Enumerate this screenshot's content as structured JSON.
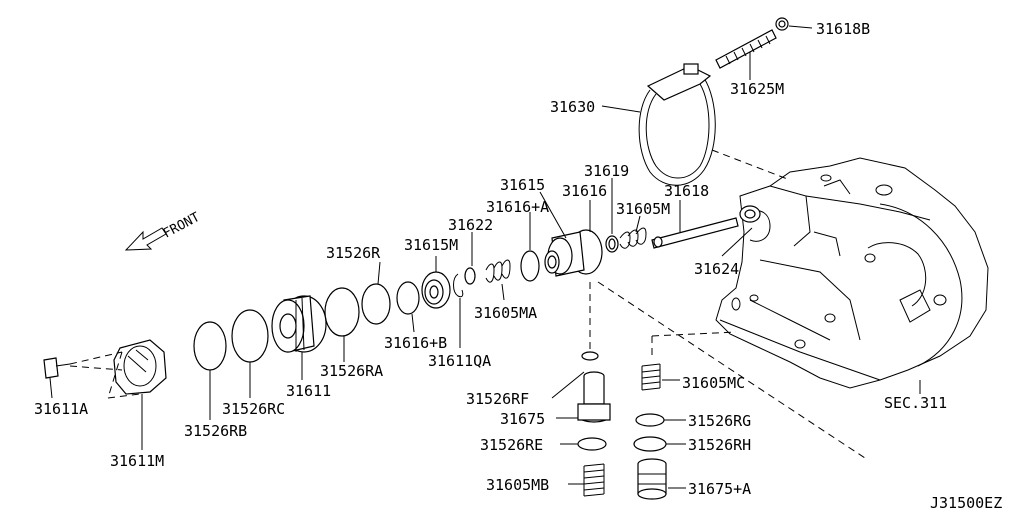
{
  "diagram": {
    "front_label": "FRONT",
    "reference_code": "J31500EZ",
    "parts": {
      "p31618B": "31618B",
      "p31625M": "31625M",
      "p31630": "31630",
      "p31619": "31619",
      "p31618": "31618",
      "p31615": "31615",
      "p31616": "31616",
      "p31616A": "31616+A",
      "p31605M": "31605M",
      "p31622": "31622",
      "p31615M": "31615M",
      "p31526R": "31526R",
      "p31624": "31624",
      "p31605MA": "31605MA",
      "p31616B": "31616+B",
      "p31611QA": "31611QA",
      "p31526RA": "31526RA",
      "p31611": "31611",
      "p31526RC": "31526RC",
      "p31526RB": "31526RB",
      "p31611A": "31611A",
      "p31611M": "31611M",
      "p31526RF": "31526RF",
      "p31675": "31675",
      "p31526RE": "31526RE",
      "p31605MB": "31605MB",
      "p31605MC": "31605MC",
      "p31526RG": "31526RG",
      "p31526RH": "31526RH",
      "p31675A": "31675+A",
      "sec311": "SEC.311"
    }
  }
}
